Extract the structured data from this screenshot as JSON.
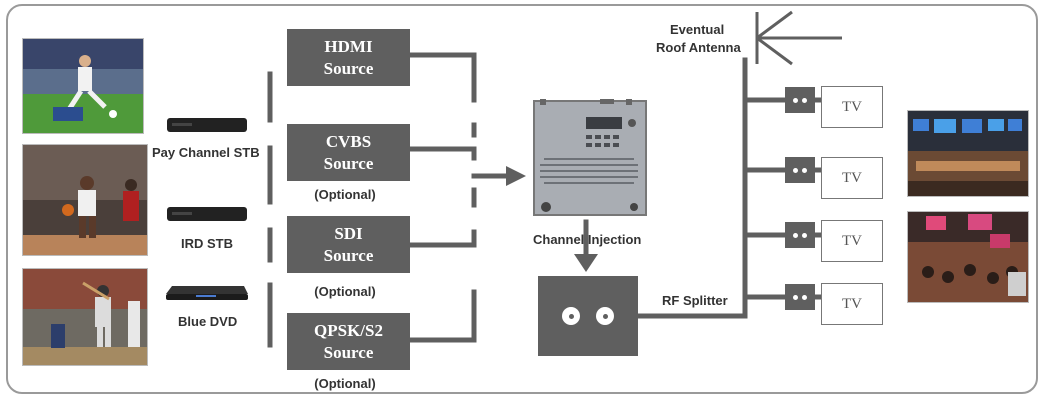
{
  "sources": [
    {
      "line1": "HDMI",
      "line2": "Source",
      "optional": ""
    },
    {
      "line1": "CVBS",
      "line2": "Source",
      "optional": "(Optional)"
    },
    {
      "line1": "SDI",
      "line2": "Source",
      "optional": "(Optional)"
    },
    {
      "line1": "QPSK/S2",
      "line2": "Source",
      "optional": "(Optional)"
    }
  ],
  "devices": [
    {
      "label": "Pay Channel STB",
      "icon": "set-top-box-icon"
    },
    {
      "label": "IRD STB",
      "icon": "set-top-box-icon"
    },
    {
      "label": "Blue DVD",
      "icon": "dvd-player-icon"
    }
  ],
  "labels": {
    "channel_injection": "Channel Injection",
    "rf_splitter": "RF Splitter",
    "antenna_line1": "Eventual",
    "antenna_line2": "Roof Antenna"
  },
  "tvs": [
    "TV",
    "TV",
    "TV",
    "TV"
  ],
  "photos": [
    "soccer-photo",
    "basketball-photo",
    "baseball-photo",
    "sports-bar-photo",
    "restaurant-photo"
  ],
  "colors": {
    "box": "#5f5f5f",
    "line": "#5f5f5f",
    "frame": "#9a9a9a"
  }
}
